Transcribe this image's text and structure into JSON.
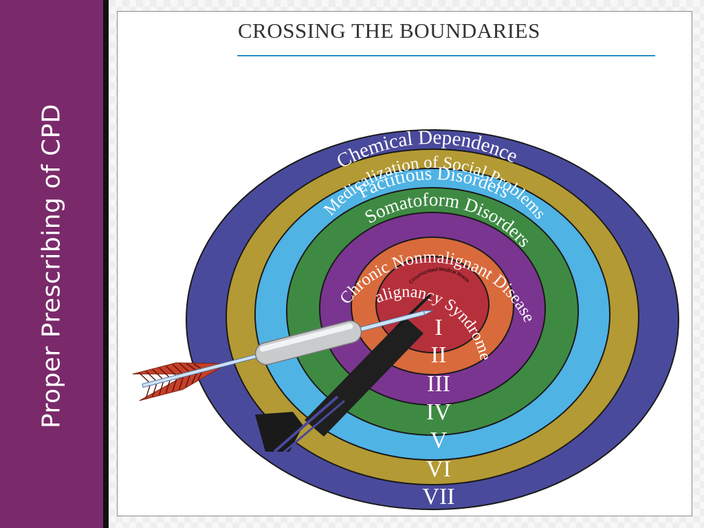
{
  "sidebar": {
    "title": "Proper Prescribing of CPD"
  },
  "figure": {
    "title": "CROSSING THE BOUNDARIES",
    "rings": [
      {
        "label": "Chemical  Dependence",
        "numeral": "VII",
        "color": "#4a4a9c"
      },
      {
        "label": "Factitious Disorders",
        "numeral": "VI",
        "color": "#b39a34"
      },
      {
        "label": "Somatoform Disorders",
        "numeral": "V",
        "color": "#4fb3e4"
      },
      {
        "label": "Medicalization of Social Problems",
        "numeral": "IV",
        "color": "#3e8a43"
      },
      {
        "label": "Chronic Nonmalignant Disease",
        "numeral": "III",
        "color": "#7a3590"
      },
      {
        "label": "Malignancy Syndromes",
        "numeral": "II",
        "color": "#d96a3c"
      },
      {
        "label": "Circumscribed Medical Illness",
        "numeral": "I",
        "color": "#b5303b"
      }
    ]
  }
}
